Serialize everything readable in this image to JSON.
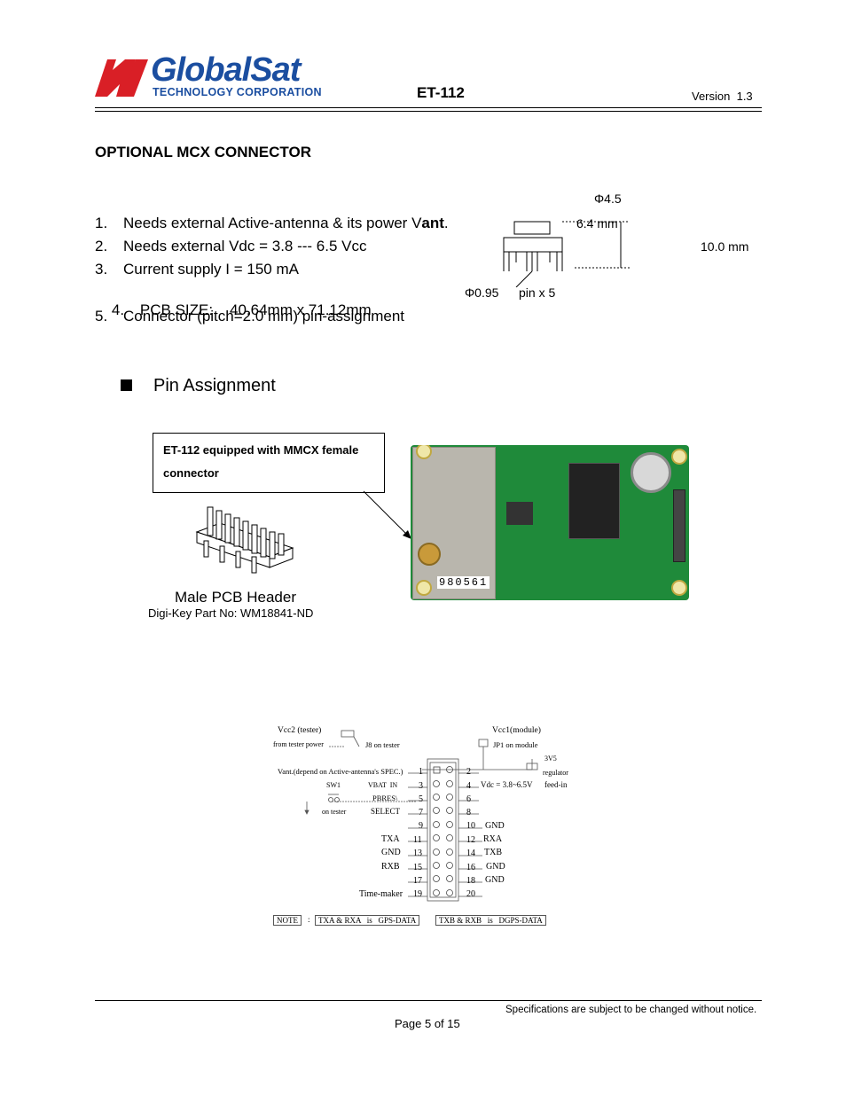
{
  "header": {
    "logo_name": "GlobalSat",
    "logo_subtitle": "TECHNOLOGY CORPORATION",
    "doc_title": "ET-112",
    "version": "Version  1.3"
  },
  "section_title": "OPTIONAL MCX CONNECTOR",
  "specs": [
    {
      "num": "1.",
      "text": "Needs external Active-antenna & its power V",
      "bold_tail": "ant",
      "tail": "."
    },
    {
      "num": "2.",
      "text": "Needs external Vdc = 3.8 --- 6.5 Vcc"
    },
    {
      "num": "3.",
      "text": "Current supply I = 150 mA"
    },
    {
      "num": "4.",
      "text": "PCB SIZE:    40.64mm x 71.12mm"
    },
    {
      "num": "5.",
      "text": "Connector (pitch=2.0 mm) pin-assignment"
    }
  ],
  "connector_drawing": {
    "diameter_top": "Φ4.5",
    "height_label": "6.4 mm",
    "length_label": "10.0 mm",
    "pin_diameter": "Φ0.95",
    "pin_count": "pin x 5"
  },
  "pin_assignment_heading": "Pin Assignment",
  "callout": {
    "line1": "ET-112 equipped with MMCX female",
    "line2": "connector"
  },
  "header_part": {
    "name": "Male PCB Header",
    "part_no": "Digi-Key Part No: WM18841-ND"
  },
  "pcb_marking": "980561",
  "schematic": {
    "vcc2": "Vcc2 (tester)",
    "from_tester": "from tester power",
    "j8": "J8 on tester",
    "vcc1": "Vcc1(module)",
    "jp1": "JP1 on module",
    "v3v5": "3V5",
    "regulator": "regulator",
    "vant": "Vant.(depend on Active-antenna's SPEC.)",
    "sw1": "SW1",
    "vbat": "VBAT  IN",
    "vdc": "Vdc = 3.8~6.5V",
    "feed_in": "feed-in",
    "pbres": "PBRES\\",
    "on_tester": "on tester",
    "select": "SELECT",
    "left_pins": [
      {
        "num": "1",
        "label": ""
      },
      {
        "num": "3",
        "label": ""
      },
      {
        "num": "5",
        "label": ""
      },
      {
        "num": "7",
        "label": ""
      },
      {
        "num": "9",
        "label": ""
      },
      {
        "num": "11",
        "label": "TXA"
      },
      {
        "num": "13",
        "label": "GND"
      },
      {
        "num": "15",
        "label": "RXB"
      },
      {
        "num": "17",
        "label": ""
      },
      {
        "num": "19",
        "label": "Time-maker"
      }
    ],
    "right_pins": [
      {
        "num": "2",
        "label": ""
      },
      {
        "num": "4",
        "label": ""
      },
      {
        "num": "6",
        "label": ""
      },
      {
        "num": "8",
        "label": ""
      },
      {
        "num": "10",
        "label": "GND"
      },
      {
        "num": "12",
        "label": "RXA"
      },
      {
        "num": "14",
        "label": "TXB"
      },
      {
        "num": "16",
        "label": "GND"
      },
      {
        "num": "18",
        "label": "GND"
      },
      {
        "num": "20",
        "label": ""
      }
    ],
    "note": "NOTE",
    "note_colon": ":",
    "note1": "TXA & RXA   is   GPS-DATA",
    "note2": "TXB & RXB   is   DGPS-DATA"
  },
  "footer": {
    "notice": "Specifications are subject to be changed without notice.",
    "page": "Page 5 of 15"
  }
}
